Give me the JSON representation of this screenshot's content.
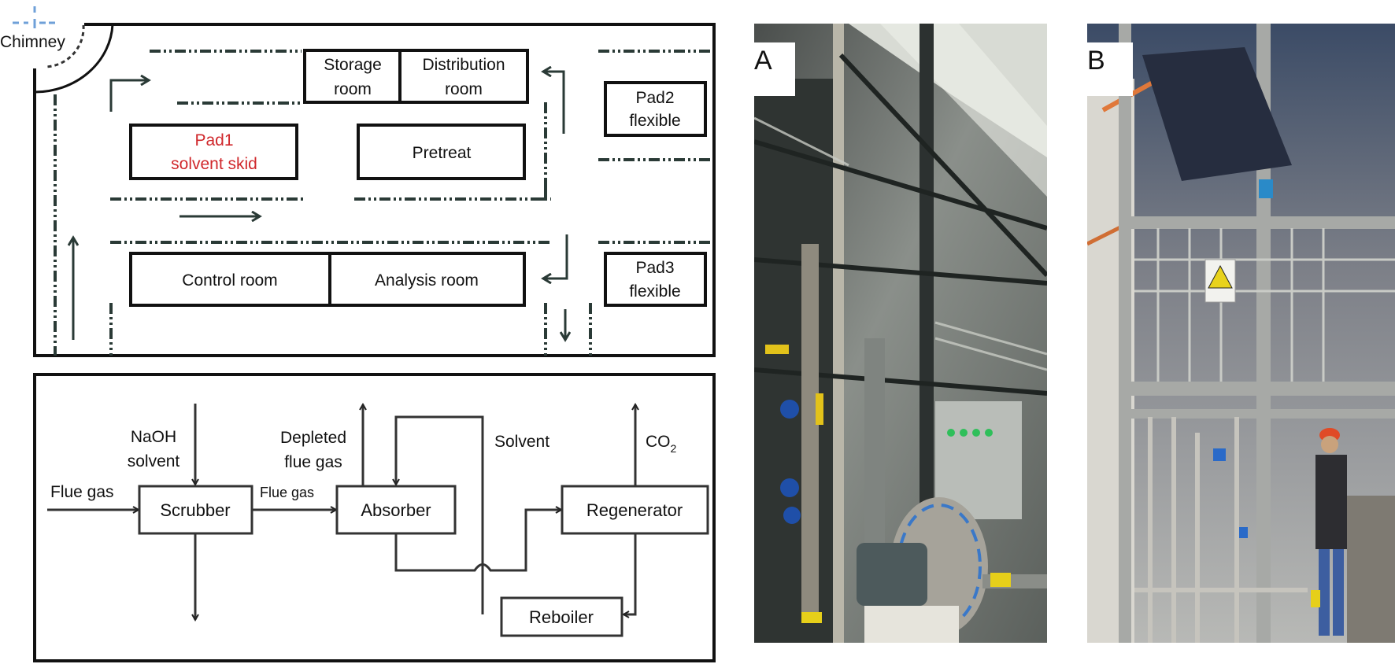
{
  "layout_plan": {
    "chimney_label": "Chimney",
    "rooms": {
      "storage": [
        "Storage",
        "room"
      ],
      "distribution": [
        "Distribution",
        "room"
      ],
      "pad1": [
        "Pad1",
        "solvent skid"
      ],
      "pretreat": "Pretreat",
      "pad2": [
        "Pad2",
        "flexible"
      ],
      "control": "Control room",
      "analysis": "Analysis room",
      "pad3": [
        "Pad3",
        "flexible"
      ]
    },
    "colors": {
      "line": "#111111",
      "road": "#2a3a36",
      "highlight": "#d0282c"
    }
  },
  "process_flow": {
    "units": {
      "scrubber": "Scrubber",
      "absorber": "Absorber",
      "regenerator": "Regenerator",
      "reboiler": "Reboiler"
    },
    "streams": {
      "flue_gas_in": "Flue gas",
      "naoh": [
        "NaOH",
        "solvent"
      ],
      "flue_gas_mid": "Flue gas",
      "depleted": [
        "Depleted",
        "flue gas"
      ],
      "solvent": "Solvent",
      "co2_main": "CO",
      "co2_sub": "2"
    }
  },
  "photos": [
    {
      "label": "A",
      "description": "pilot plant equipment with blower and piping"
    },
    {
      "label": "B",
      "description": "steel frame structure with person in hard hat"
    }
  ]
}
